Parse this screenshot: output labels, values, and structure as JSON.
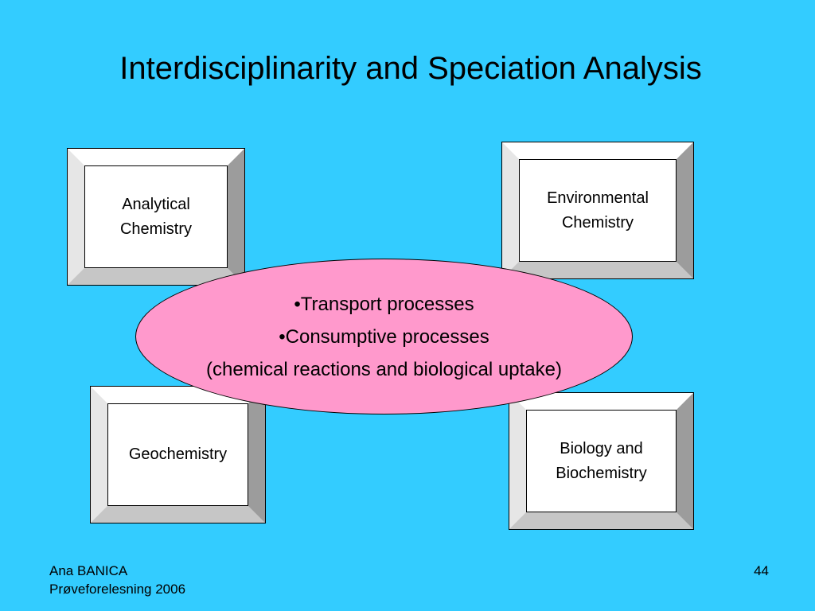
{
  "slide": {
    "title": "Interdisciplinarity and Speciation Analysis"
  },
  "boxes": {
    "analytical": "Analytical Chemistry",
    "environmental": "Environmental Chemistry",
    "geochemistry": "Geochemistry",
    "biology": "Biology and Biochemistry"
  },
  "center": {
    "lines": [
      "•Transport processes",
      "•Consumptive processes",
      "(chemical reactions and biological uptake)"
    ]
  },
  "footer": {
    "author": "Ana BANICA",
    "event": "Prøveforelesning 2006",
    "page_number": "44"
  },
  "colors": {
    "background": "#33CCFF",
    "ellipse_fill": "#FF99CC",
    "box_face": "#FFFFFF"
  }
}
